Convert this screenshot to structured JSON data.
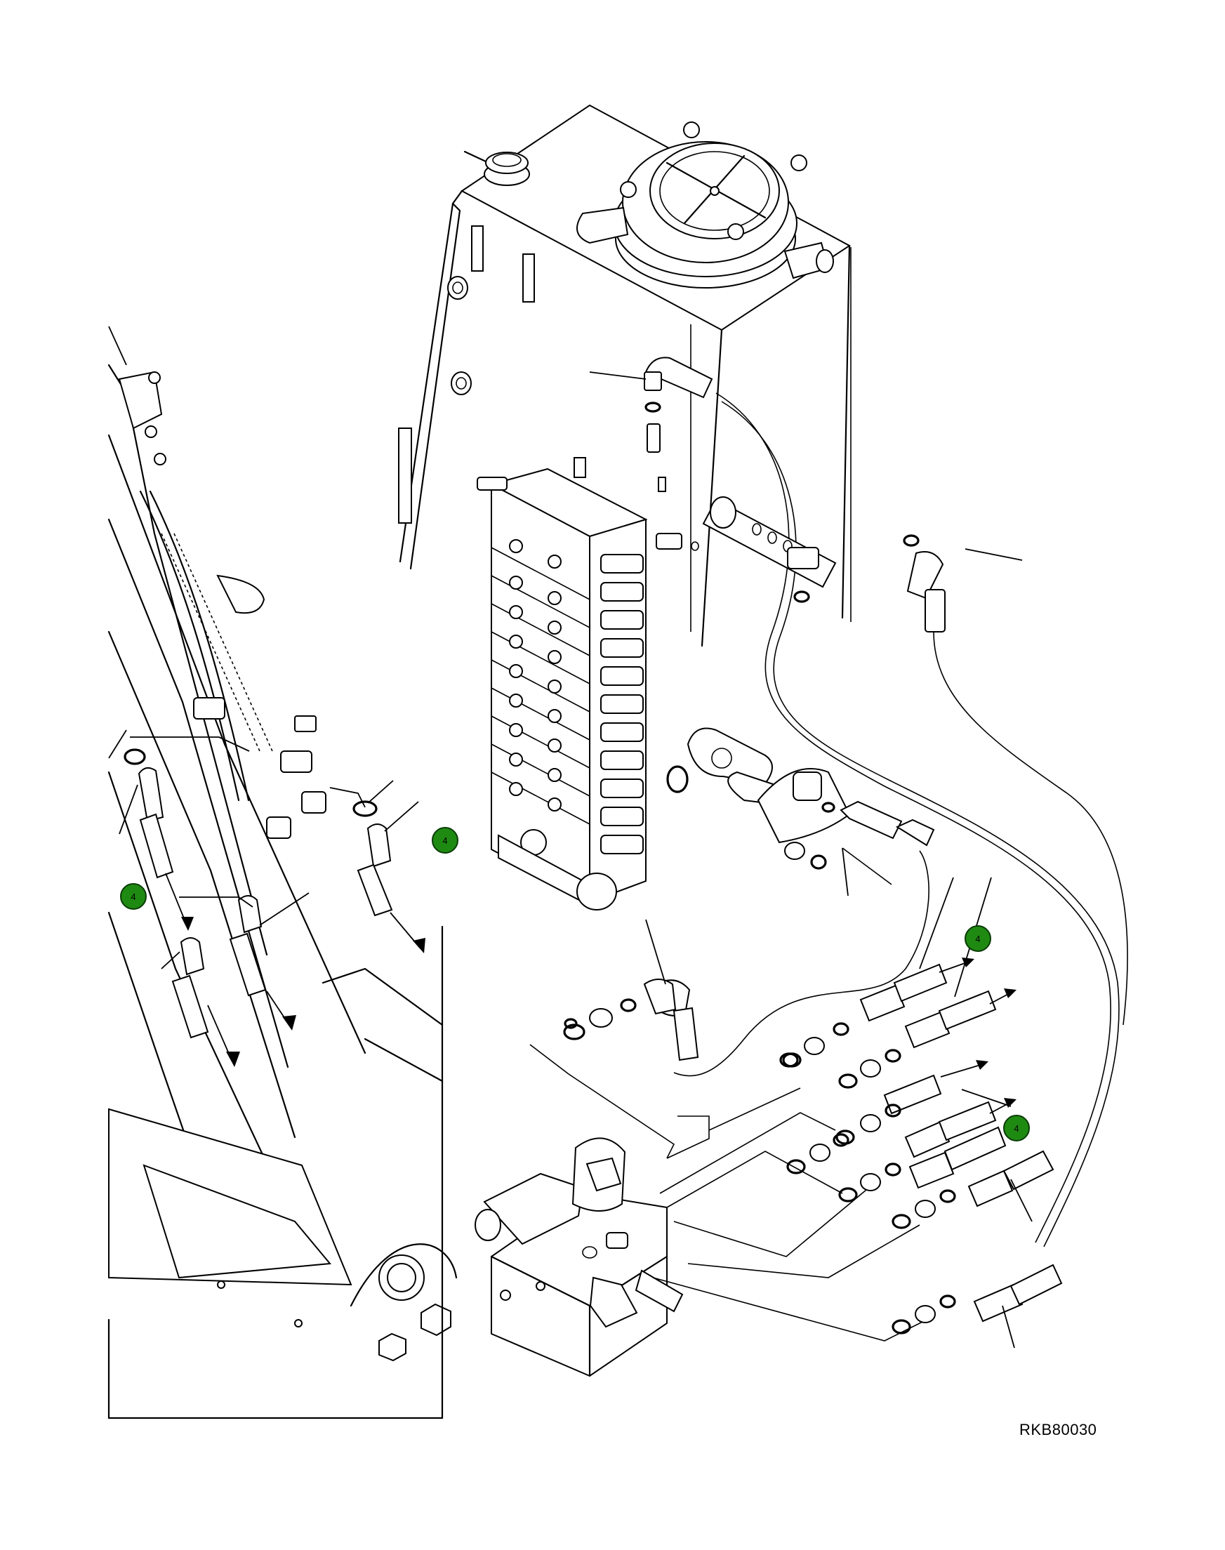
{
  "drawing_number": "RKB80030",
  "callout_label": "4",
  "callout_color": "#1f8a12",
  "callouts": [
    {
      "label": "4"
    },
    {
      "label": "4"
    },
    {
      "label": "4"
    },
    {
      "label": "4"
    }
  ]
}
